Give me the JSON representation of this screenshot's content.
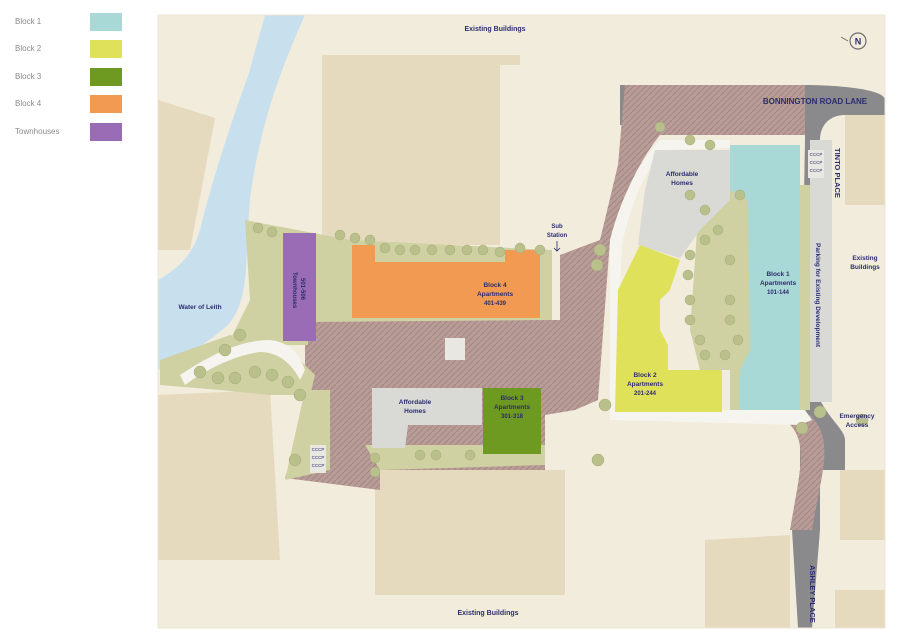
{
  "legend": {
    "items": [
      {
        "label": "Block 1",
        "color": "#a9d9d6"
      },
      {
        "label": "Block 2",
        "color": "#e0e15a"
      },
      {
        "label": "Block 3",
        "color": "#6f9a22"
      },
      {
        "label": "Block 4",
        "color": "#f39a52"
      },
      {
        "label": "Townhouses",
        "color": "#9a6cb6"
      }
    ]
  },
  "compass": {
    "letter": "N"
  },
  "map": {
    "colors": {
      "ground": "#f2ecdd",
      "building": "#e5dabd",
      "river": "#c8e0ee",
      "paving": "#b89c98",
      "green": "#cfd1a3",
      "road": "#8a8a8c",
      "path": "#f6f4ee",
      "grey_building": "#d9d9d6",
      "tree": "#b9c08c"
    },
    "labels": {
      "existing_top": "Existing Buildings",
      "existing_bottom": "Existing Buildings",
      "existing_right_1": "Existing",
      "existing_right_2": "Buildings",
      "bonnington": "BONNINGTON ROAD LANE",
      "tinto": "TINTO PLACE",
      "ashley": "ASHLEY PLACE",
      "parking": "Parking for Existing Development",
      "water": "Water of Leith",
      "substation_1": "Sub",
      "substation_2": "Station",
      "emergency_1": "Emergency",
      "emergency_2": "Access",
      "townhouses_1": "Townhouses",
      "townhouses_2": "501-506",
      "block4_1": "Block 4",
      "block4_2": "Apartments",
      "block4_3": "401-439",
      "block3_1": "Block 3",
      "block3_2": "Apartments",
      "block3_3": "301-318",
      "block2_1": "Block 2",
      "block2_2": "Apartments",
      "block2_3": "201-244",
      "block1_1": "Block 1",
      "block1_2": "Apartments",
      "block1_3": "101-144",
      "affordable_top_1": "Affordable",
      "affordable_top_2": "Homes",
      "affordable_bottom_1": "Affordable",
      "affordable_bottom_2": "Homes",
      "cccp": "CCCP"
    }
  }
}
